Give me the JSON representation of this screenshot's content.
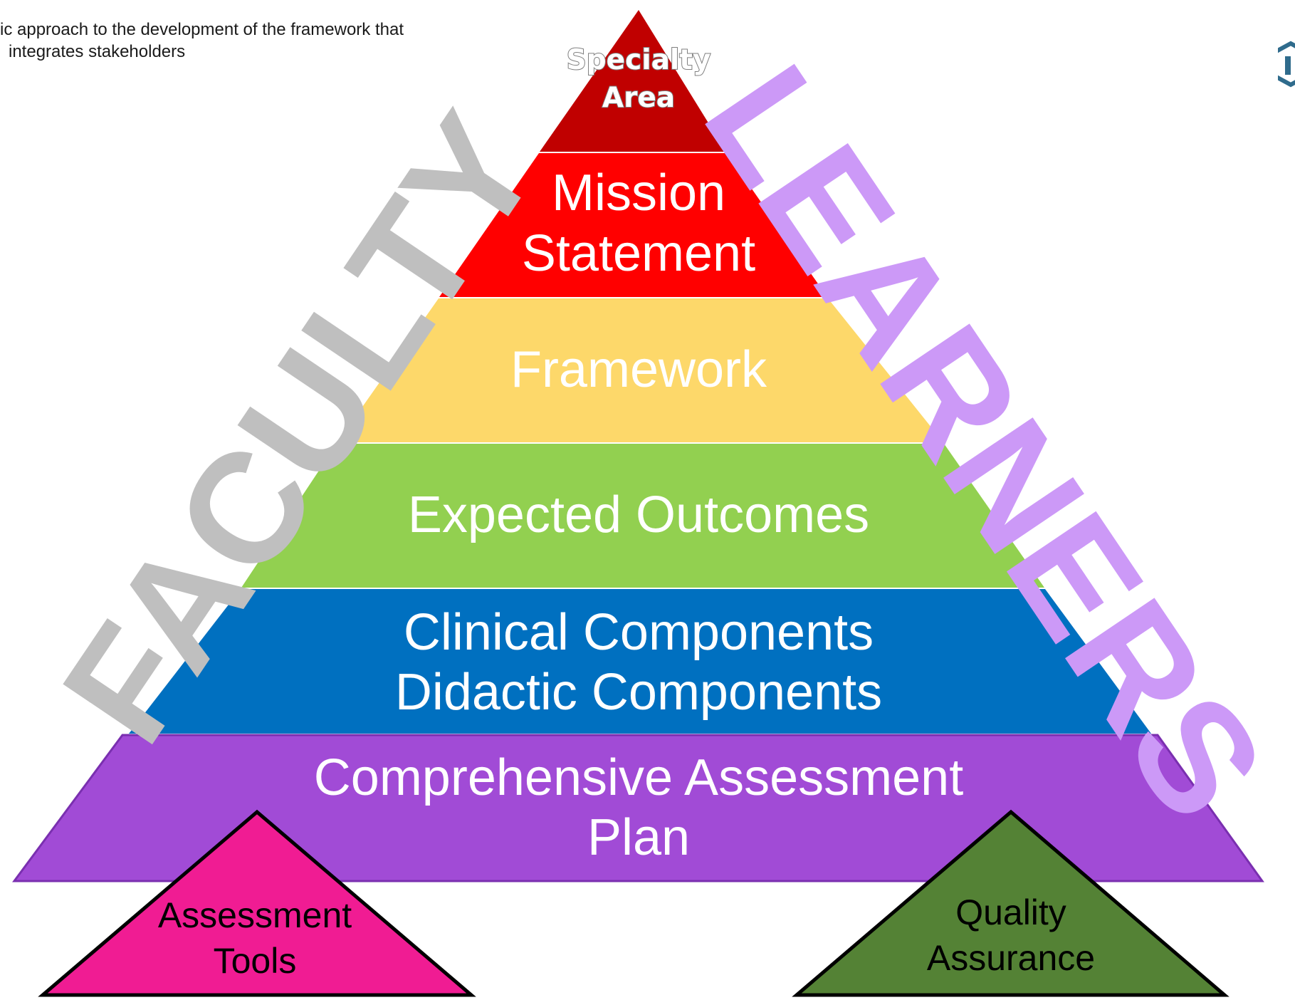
{
  "header": {
    "line1": "ic approach to the development of the framework that",
    "line2": "integrates stakeholders"
  },
  "pyramid": {
    "apex": {
      "line1": "Specialty",
      "line2": "Area",
      "color": "#c00000"
    },
    "mission": {
      "line1": "Mission",
      "line2": "Statement",
      "color": "#ff0000"
    },
    "framework": {
      "label": "Framework",
      "color": "#fdd86a"
    },
    "outcomes": {
      "label": "Expected Outcomes",
      "color": "#92d050"
    },
    "components": {
      "line1": "Clinical Components",
      "line2": "Didactic Components",
      "color": "#0070c0"
    },
    "assessment_plan": {
      "line1": "Comprehensive Assessment",
      "line2": "Plan",
      "color": "#a14bd6"
    }
  },
  "supports": {
    "tools": {
      "line1": "Assessment",
      "line2": "Tools",
      "color": "#f01c93"
    },
    "quality": {
      "line1": "Quality",
      "line2": "Assurance",
      "color": "#548235"
    }
  },
  "watermarks": {
    "left": {
      "text": "FACULTY",
      "color": "#bfbfbf"
    },
    "right": {
      "text": "LEARNERS",
      "color": "#cc99f7"
    }
  },
  "logo": {
    "icon": "hexagon-logo-icon",
    "color": "#2f6b8c"
  }
}
